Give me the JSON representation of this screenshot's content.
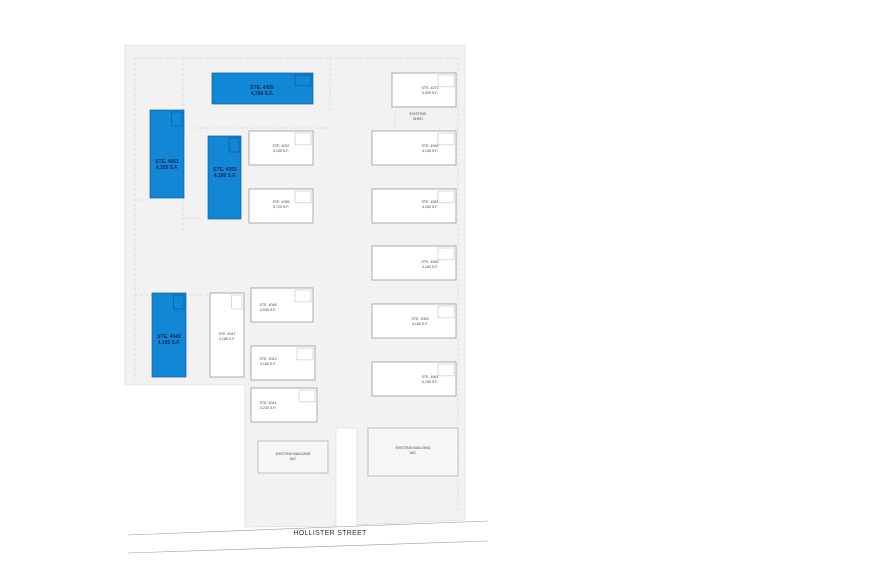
{
  "colors": {
    "site": "#f2f2f2",
    "leased": "#1187d6",
    "available_fill": "#ffffff",
    "outline": "#8a8a8a",
    "dash": "#c9c9c9"
  },
  "street": {
    "name": "HOLLISTER STREET"
  },
  "units": [
    {
      "suite": "STE. 4059",
      "area": "4,780 S.F.",
      "status": "leased"
    },
    {
      "suite": "STE. 4051",
      "area": "4,355 S.F.",
      "status": "leased"
    },
    {
      "suite": "STE. 4053",
      "area": "4,180 S.F.",
      "status": "leased"
    },
    {
      "suite": "STE. 4057",
      "area": "3,155 S.F.",
      "status": "available"
    },
    {
      "suite": "STE. 4055",
      "area": "3,720 S.F.",
      "status": "available"
    },
    {
      "suite": "STE. 4071",
      "area": "3,200 S.F.",
      "status": "available"
    },
    {
      "suite": "STE. 4069",
      "area": "4,145 S.F.",
      "status": "available"
    },
    {
      "suite": "STE. 4067",
      "area": "4,160 S.F.",
      "status": "available"
    },
    {
      "suite": "STE. 4065",
      "area": "4,180 S.F.",
      "status": "available"
    },
    {
      "suite": "STE. 4063",
      "area": "4,160 S.F.",
      "status": "available"
    },
    {
      "suite": "STE. 4061",
      "area": "4,780 S.F.",
      "status": "available"
    },
    {
      "suite": "STE. 4049",
      "area": "4,185 S.F.",
      "status": "leased"
    },
    {
      "suite": "STE. 4047",
      "area": "4,185 S.F.",
      "status": "available"
    },
    {
      "suite": "STE. 4045",
      "area": "3,045 S.F.",
      "status": "available"
    },
    {
      "suite": "STE. 4043",
      "area": "3,160 S.F.",
      "status": "available"
    },
    {
      "suite": "STE. 4041",
      "area": "3,220 S.F.",
      "status": "available"
    }
  ],
  "existing": [
    {
      "label": "EXISTING BUILDING",
      "sub": "N/C"
    },
    {
      "label": "EXISTING BUILDING",
      "sub": "N/C"
    }
  ],
  "shed": {
    "label": "EXISTING",
    "sub": "SHED"
  }
}
